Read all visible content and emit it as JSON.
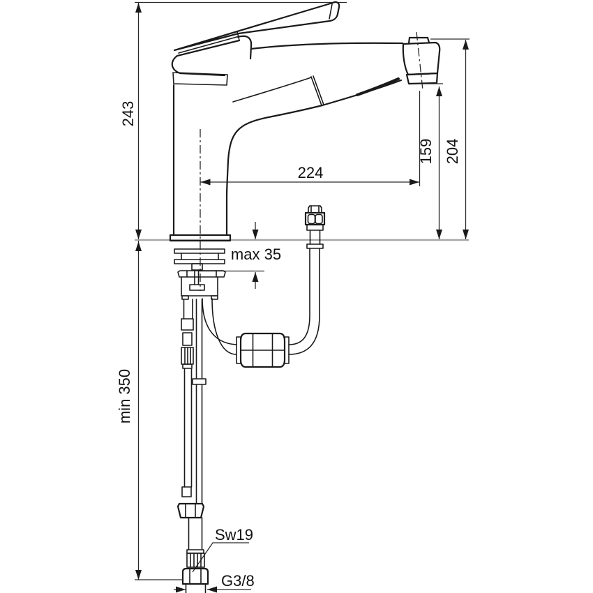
{
  "drawing": {
    "title": "Dimensioned technical drawing — single-lever kitchen mixer tap with pull-out spray and flexible supply hoses",
    "view": "side elevation with installation dimensions (mm)",
    "dimensions": {
      "total_height": "243",
      "min_hose_length": "min 350",
      "max_deck_thickness": "max 35",
      "spout_reach": "224",
      "outlet_height": "159",
      "head_top_height": "204",
      "wrench_size": "Sw19",
      "thread_size": "G3/8"
    },
    "colors": {
      "line": "#1a1a1a",
      "dimension": "#2a2a2a",
      "counter_line": "#a8a8a8",
      "background": "#ffffff",
      "text": "#111111"
    }
  }
}
